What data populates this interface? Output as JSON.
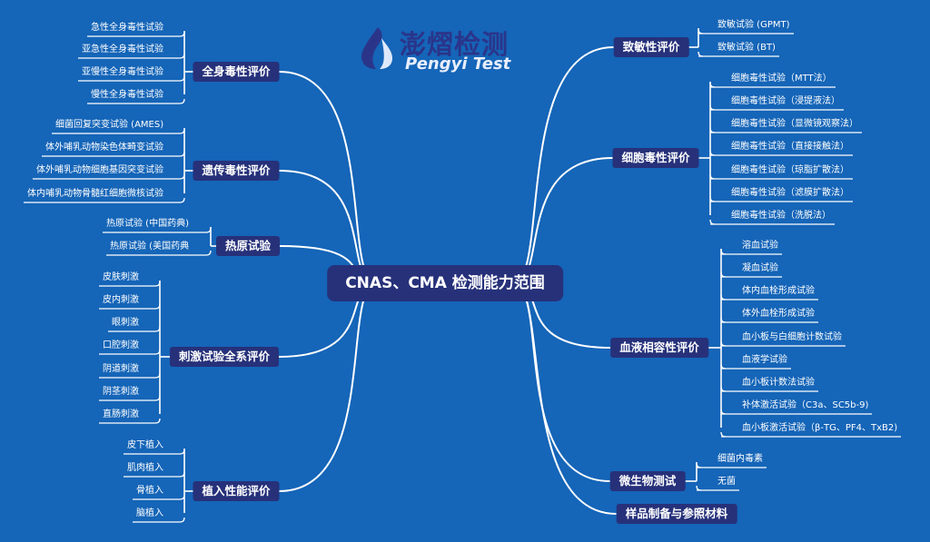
{
  "logo": {
    "cn": "澎熠检测",
    "en": "Pengyi Test"
  },
  "center": "CNAS、CMA 检测能力范围",
  "branches": {
    "quanshen": {
      "label": "全身毒性评价",
      "items": [
        "急性全身毒性试验",
        "亚急性全身毒性试验",
        "亚慢性全身毒性试验",
        "慢性全身毒性试验"
      ]
    },
    "yichuan": {
      "label": "遗传毒性评价",
      "items": [
        "细菌回复突变试验 (AMES)",
        "体外哺乳动物染色体畸变试验",
        "体外哺乳动物细胞基因突变试验",
        "体内哺乳动物骨髓红细胞微核试验"
      ]
    },
    "reyuan": {
      "label": "热原试验",
      "items": [
        "热原试验 (中国药典)",
        "热原试验 (美国药典"
      ]
    },
    "ciji": {
      "label": "刺激试验全系评价",
      "items": [
        "皮肤刺激",
        "皮内刺激",
        "眼刺激",
        "口腔刺激",
        "阴道刺激",
        "阴茎刺激",
        "直肠刺激"
      ]
    },
    "zhiru": {
      "label": "植入性能评价",
      "items": [
        "皮下植入",
        "肌肉植入",
        "骨植入",
        "脑植入"
      ]
    },
    "zhimin": {
      "label": "致敏性评价",
      "items": [
        "致敏试验 (GPMT)",
        "致敏试验 (BT)"
      ]
    },
    "xibao": {
      "label": "细胞毒性评价",
      "items": [
        "细胞毒性试验（MTT法）",
        "细胞毒性试验（浸提液法）",
        "细胞毒性试验（显微镜观察法）",
        "细胞毒性试验（直接接触法）",
        "细胞毒性试验（琼脂扩散法）",
        "细胞毒性试验（滤膜扩散法）",
        "细胞毒性试验（洗脱法）"
      ]
    },
    "xueye": {
      "label": "血液相容性评价",
      "items": [
        "溶血试验",
        "凝血试验",
        "体内血栓形成试验",
        "体外血栓形成试验",
        "血小板与白细胞计数试验",
        "血液学试验",
        "血小板计数法试验",
        "补体激活试验（C3a、SC5b-9)",
        "血小板激活试验（β-TG、PF4、TxB2)"
      ]
    },
    "weishengwu": {
      "label": "微生物测试",
      "items": [
        "细菌内毒素",
        "无菌"
      ]
    },
    "yangpin": {
      "label": "样品制备与参照材料",
      "items": []
    }
  },
  "colors": {
    "background": "#1565b8",
    "node": "#26317a",
    "line": "#ffffff",
    "logo_text": "#2a358a"
  }
}
